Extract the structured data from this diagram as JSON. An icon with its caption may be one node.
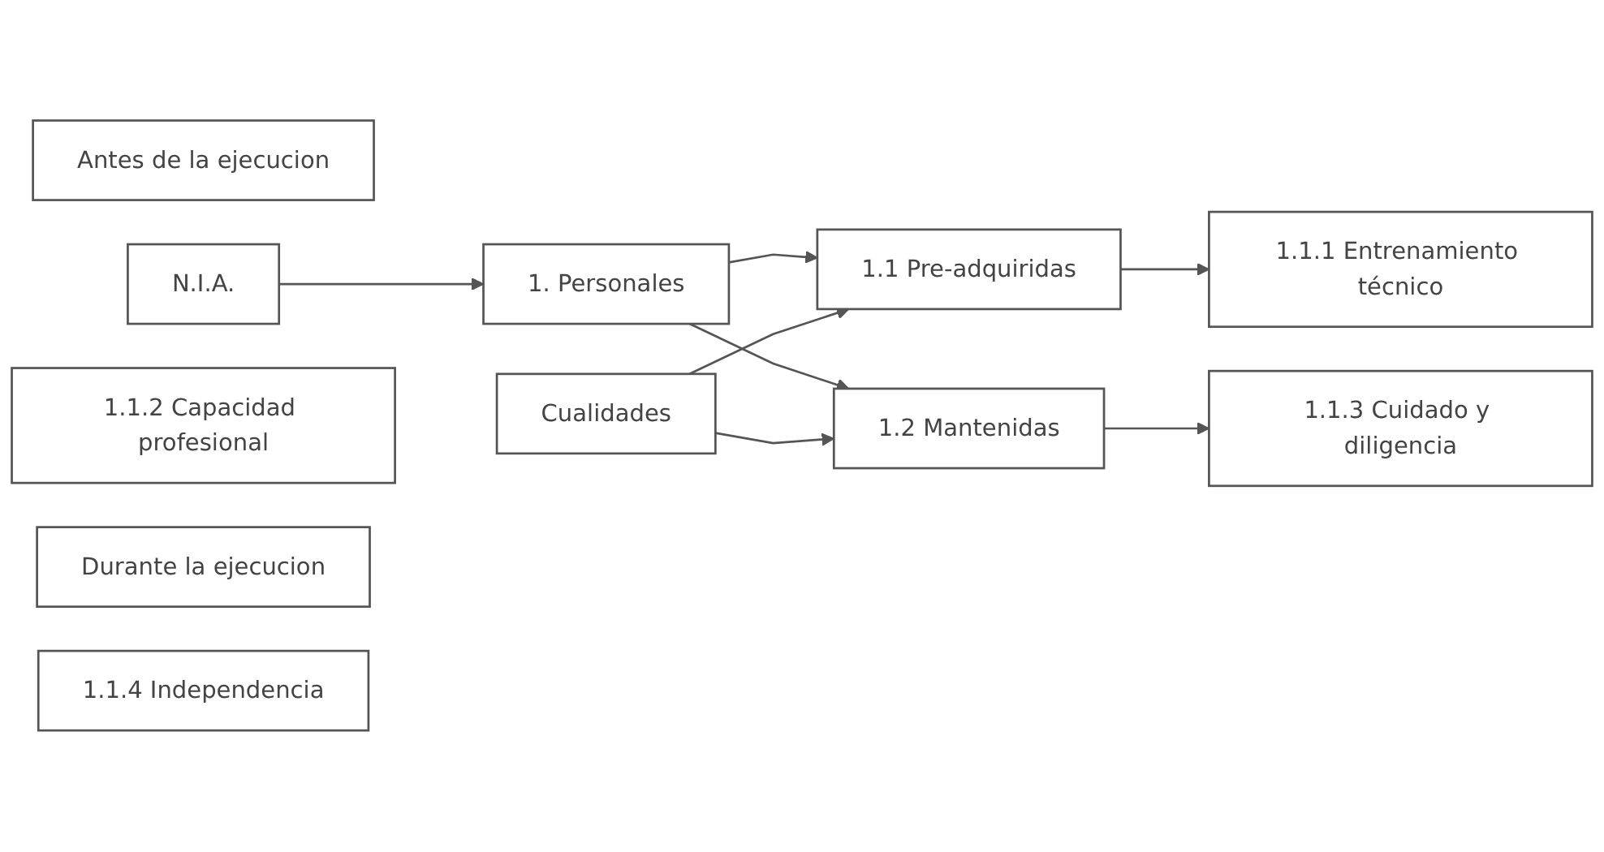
{
  "diagram": {
    "nodes": [
      {
        "text": [
          "Antes de la ejecucion"
        ]
      },
      {
        "text": [
          "N.I.A."
        ]
      },
      {
        "text": [
          "1.1 Pre-adquiridas"
        ]
      },
      {
        "text": [
          "1.1.1 Entrenamiento técnico"
        ]
      },
      {
        "text": [
          "1.1.2 Capacidad profesional"
        ]
      },
      {
        "text": [
          "1. Personales"
        ]
      },
      {
        "text": [
          "Cualidades"
        ]
      },
      {
        "text": [
          "1.2 Mantenidas"
        ]
      },
      {
        "text": [
          "1.1.3 Cuidado y diligencia"
        ]
      },
      {
        "text": [
          "Durante la ejecucion"
        ]
      },
      {
        "text": [
          "1.1.4 Independencia"
        ]
      }
    ],
    "edges": [
      {
        "from": 1,
        "to": 5,
        "arrow": "to"
      },
      {
        "from": 5,
        "to": 2,
        "arrow": "to"
      },
      {
        "from": 5,
        "to": 7,
        "arrow": "to"
      },
      {
        "from": 6,
        "to": 2,
        "arrow": "to"
      },
      {
        "from": 6,
        "to": 7,
        "arrow": "to"
      },
      {
        "from": 2,
        "to": 3,
        "arrow": "to"
      },
      {
        "from": 7,
        "to": 8,
        "arrow": "to"
      }
    ]
  }
}
